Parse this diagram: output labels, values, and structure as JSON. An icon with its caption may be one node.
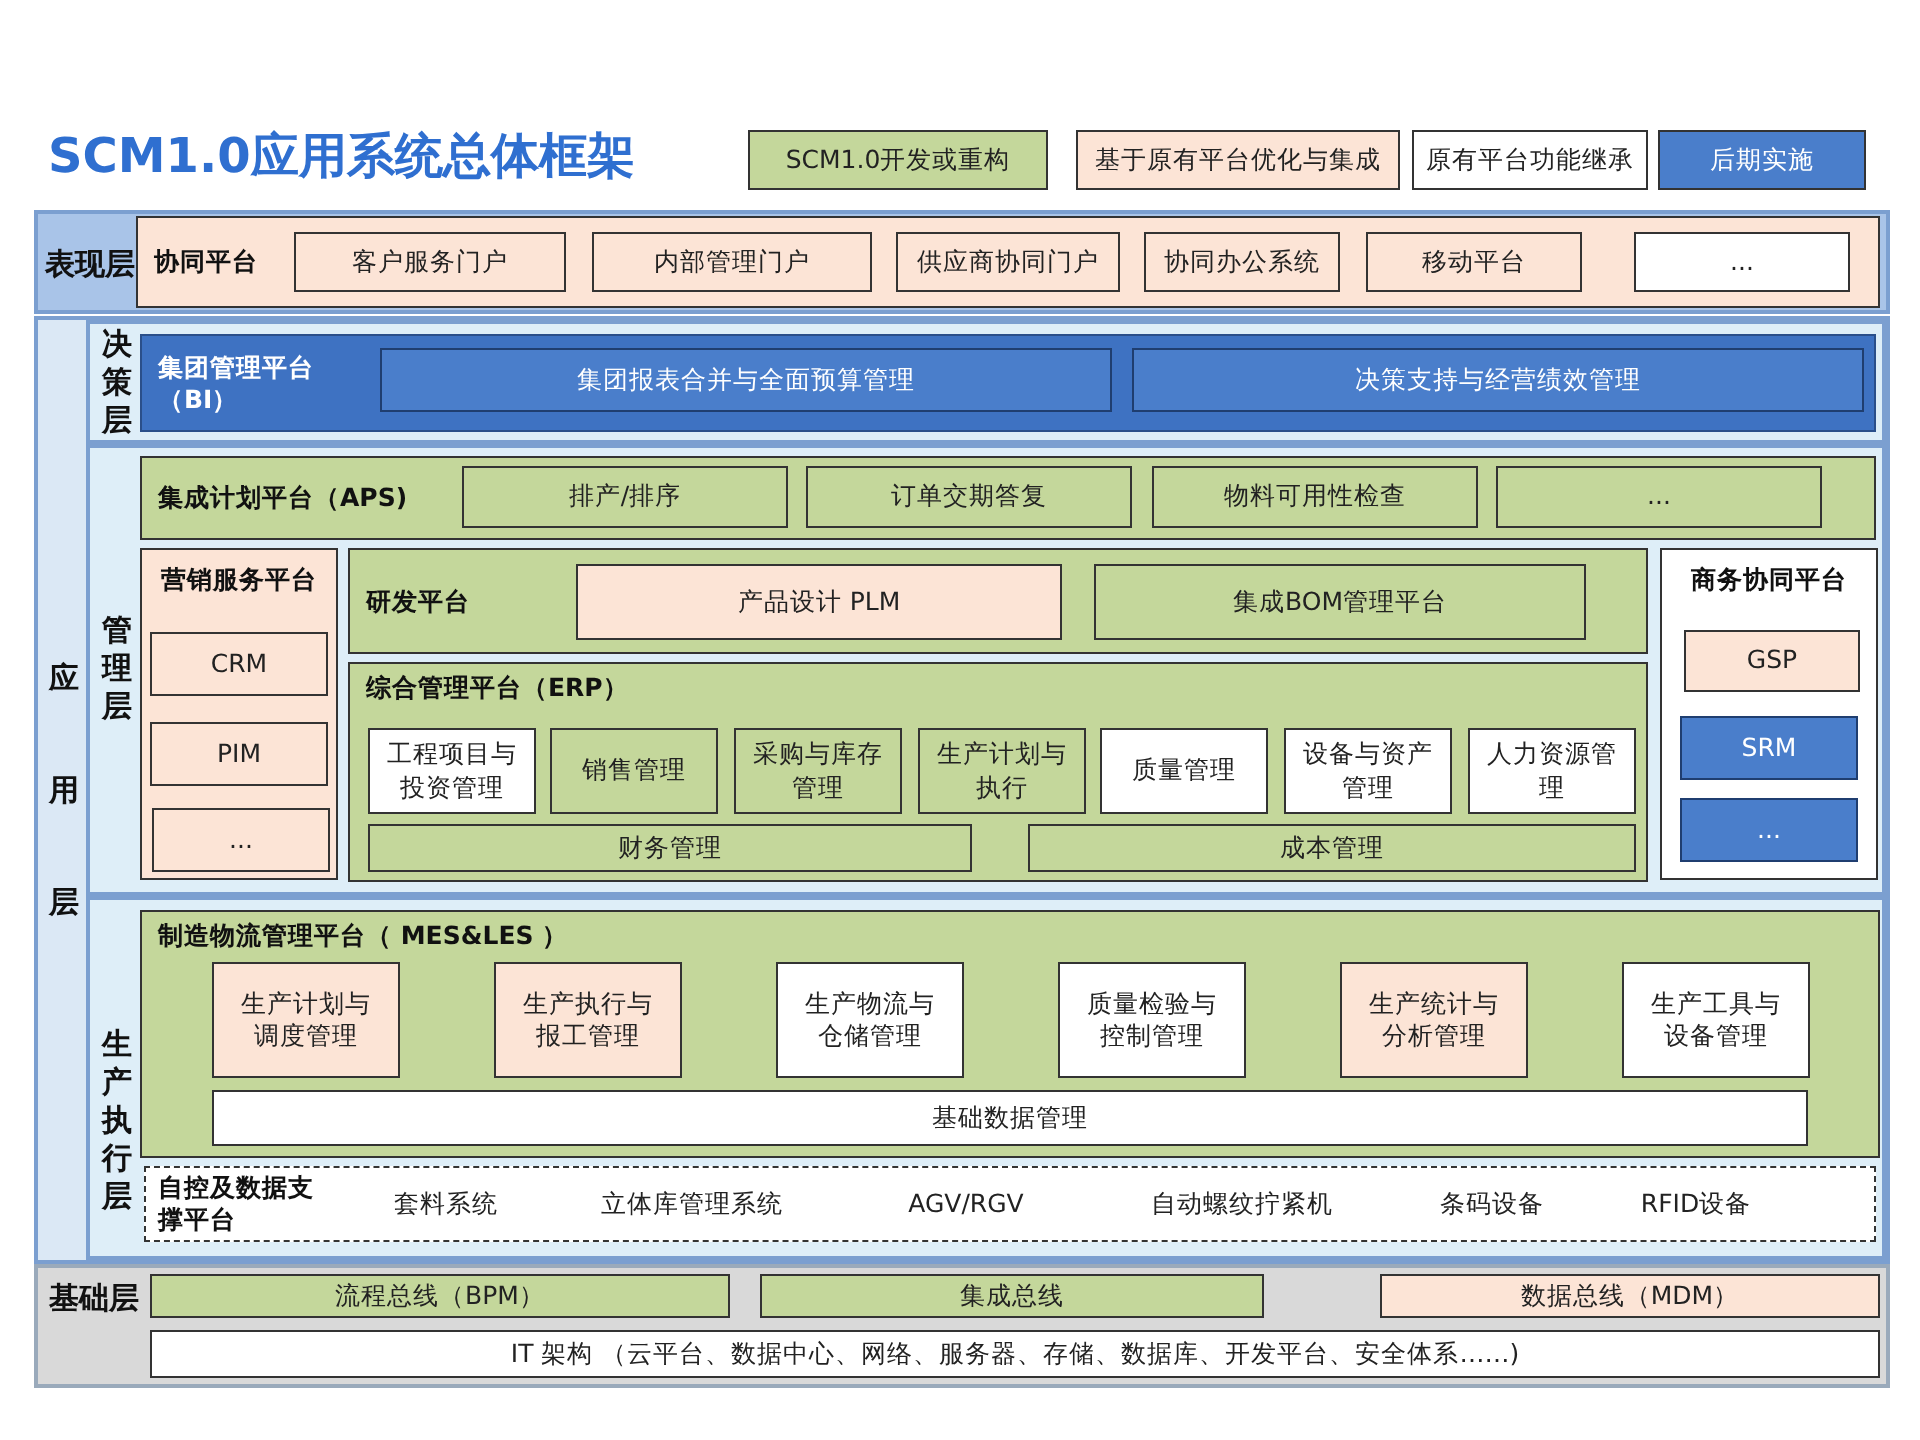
{
  "diagram": {
    "title": "SCM1.0应用系统总体框架",
    "nodes": [
      {
        "text": [
          "表现层"
        ]
      },
      {
        "text": [
          "协同平台"
        ],
        "in": 0
      },
      {
        "text": [
          "客户服务门户"
        ],
        "in": 1
      },
      {
        "text": [
          "内部管理门户"
        ],
        "in": 1
      },
      {
        "text": [
          "供应商协同门户"
        ],
        "in": 1
      },
      {
        "text": [
          "协同办公系统"
        ],
        "in": 1
      },
      {
        "text": [
          "移动平台"
        ],
        "in": 1
      },
      {
        "text": [
          "..."
        ],
        "in": 1
      },
      {
        "text": [
          "应用层"
        ]
      },
      {
        "text": [
          "决策层"
        ],
        "in": 8
      },
      {
        "text": [
          "集团管理平台（BI）"
        ],
        "in": 9
      },
      {
        "text": [
          "集团报表合并与全面预算管理"
        ],
        "in": 10
      },
      {
        "text": [
          "决策支持与经营绩效管理"
        ],
        "in": 10
      },
      {
        "text": [
          "管理层"
        ],
        "in": 8
      },
      {
        "text": [
          "集成计划平台（APS)"
        ],
        "in": 13
      },
      {
        "text": [
          "排产/排序"
        ],
        "in": 14
      },
      {
        "text": [
          "订单交期答复"
        ],
        "in": 14
      },
      {
        "text": [
          "物料可用性检查"
        ],
        "in": 14
      },
      {
        "text": [
          "..."
        ],
        "in": 14
      },
      {
        "text": [
          "营销服务平台"
        ],
        "in": 13
      },
      {
        "text": [
          "CRM"
        ],
        "in": 19
      },
      {
        "text": [
          "PIM"
        ],
        "in": 19
      },
      {
        "text": [
          "..."
        ],
        "in": 19
      },
      {
        "text": [
          "研发平台"
        ],
        "in": 13
      },
      {
        "text": [
          "产品设计 PLM"
        ],
        "in": 23
      },
      {
        "text": [
          "集成BOM管理平台"
        ],
        "in": 23
      },
      {
        "text": [
          "综合管理平台（ERP）"
        ],
        "in": 13
      },
      {
        "text": [
          "工程项目与投资管理"
        ],
        "in": 26
      },
      {
        "text": [
          "销售管理"
        ],
        "in": 26
      },
      {
        "text": [
          "采购与库存管理"
        ],
        "in": 26
      },
      {
        "text": [
          "生产计划与执行"
        ],
        "in": 26
      },
      {
        "text": [
          "质量管理"
        ],
        "in": 26
      },
      {
        "text": [
          "设备与资产管理"
        ],
        "in": 26
      },
      {
        "text": [
          "人力资源管理"
        ],
        "in": 26
      },
      {
        "text": [
          "财务管理"
        ],
        "in": 26
      },
      {
        "text": [
          "成本管理"
        ],
        "in": 26
      },
      {
        "text": [
          "商务协同平台"
        ],
        "in": 13
      },
      {
        "text": [
          "GSP"
        ],
        "in": 36
      },
      {
        "text": [
          "SRM"
        ],
        "in": 36
      },
      {
        "text": [
          "..."
        ],
        "in": 36
      },
      {
        "text": [
          "生产执行层"
        ],
        "in": 8
      },
      {
        "text": [
          "制造物流管理平台（ MES&LES ）"
        ],
        "in": 40
      },
      {
        "text": [
          "生产计划与调度管理"
        ],
        "in": 41
      },
      {
        "text": [
          "生产执行与报工管理"
        ],
        "in": 41
      },
      {
        "text": [
          "生产物流与仓储管理"
        ],
        "in": 41
      },
      {
        "text": [
          "质量检验与控制管理"
        ],
        "in": 41
      },
      {
        "text": [
          "生产统计与分析管理"
        ],
        "in": 41
      },
      {
        "text": [
          "生产工具与设备管理"
        ],
        "in": 41
      },
      {
        "text": [
          "基础数据管理"
        ],
        "in": 41
      },
      {
        "text": [
          "自控及数据支撑平台",
          "套料系统",
          "立体库管理系统",
          "AGV/RGV",
          "自动螺纹拧紧机",
          "条码设备",
          "RFID设备"
        ],
        "in": 40
      },
      {
        "text": [
          "基础层"
        ]
      },
      {
        "text": [
          "流程总线（BPM）"
        ],
        "in": 50
      },
      {
        "text": [
          "集成总线"
        ],
        "in": 50
      },
      {
        "text": [
          "数据总线（MDM）"
        ],
        "in": 50
      },
      {
        "text": [
          "IT 架构 （云平台、数据中心、网络、服务器、存储、数据库、开发平台、安全体系……)"
        ],
        "in": 50
      }
    ],
    "legend": [
      {
        "text": "SCM1.0开发或重构",
        "color": "#c4d79b"
      },
      {
        "text": "基于原有平台优化与集成",
        "color": "#fce4d6"
      },
      {
        "text": "原有平台功能继承",
        "color": "#ffffff"
      },
      {
        "text": "后期实施",
        "color": "#4a7ecb"
      }
    ]
  }
}
